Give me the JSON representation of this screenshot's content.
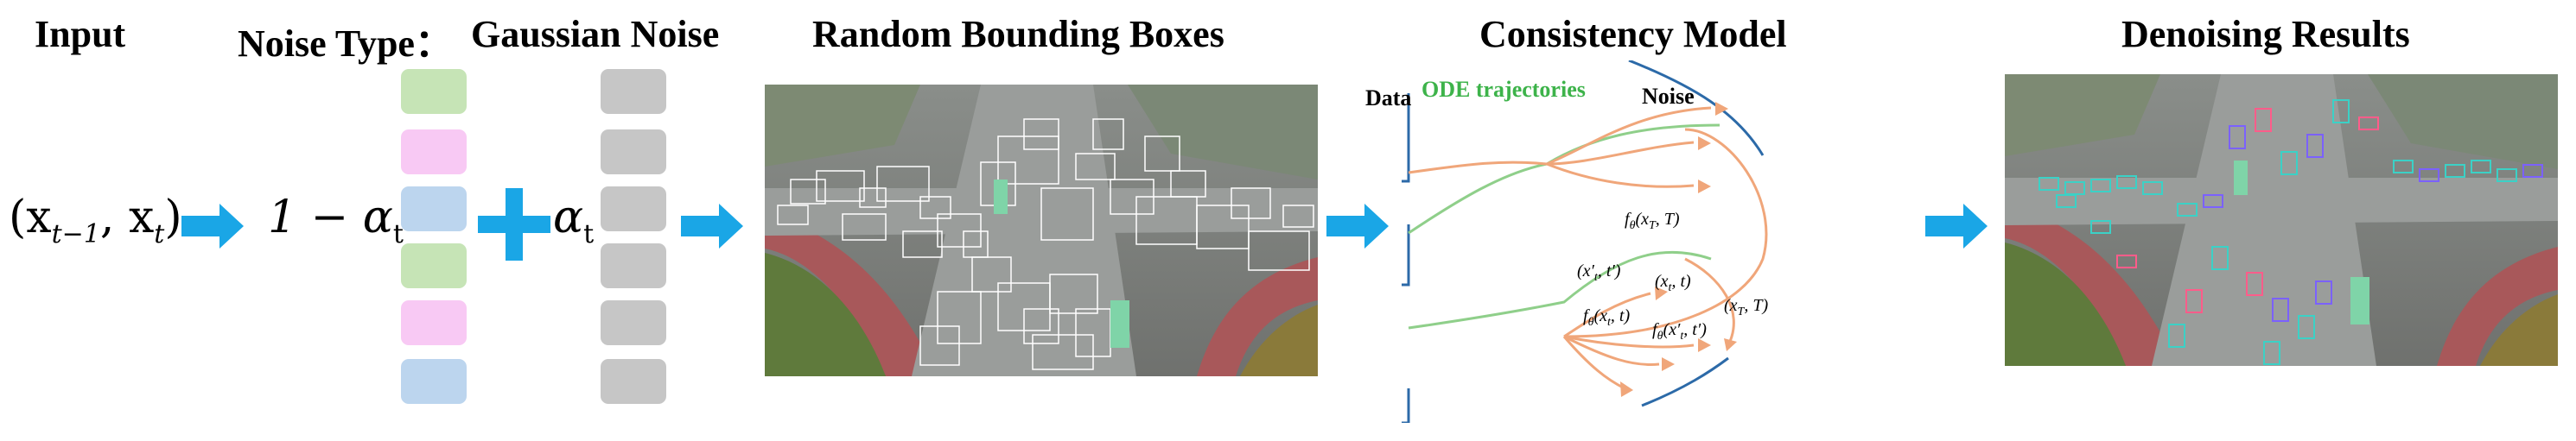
{
  "titles": {
    "input": "Input",
    "noise_type": "Noise Type：",
    "gaussian": "Gaussian Noise",
    "random_boxes": "Random Bounding Boxes",
    "consistency": "Consistency Model",
    "results": "Denoising Results"
  },
  "math": {
    "input_paren_open": "(x",
    "input_sub1": "t−1",
    "input_comma": ", x",
    "input_sub2": "t",
    "input_paren_close": ")",
    "one_minus_alpha": "1 − α",
    "alpha_sub": "t",
    "alpha": "α",
    "alpha_sub2": "t"
  },
  "colors": {
    "arrow": "#1aa6e6",
    "green_block": "#c6e4b6",
    "pink_block": "#f8c9f4",
    "blue_block": "#bcd5ee",
    "gray_block": "#c6c6c6",
    "ode_green": "#3db34a",
    "trajectory_orange": "#f0a67a",
    "axis_blue": "#2c6aa8"
  },
  "noise_type_blocks": [
    "green",
    "pink",
    "blue",
    "green",
    "pink",
    "blue"
  ],
  "gaussian_blocks_count": 6,
  "diagram": {
    "data_label": "Data",
    "ode_label": "ODE trajectories",
    "noise_label": "Noise",
    "f_xT": "f",
    "f_xT_theta": "θ",
    "f_xT_args": "(x",
    "f_xT_sub": "T",
    "f_xT_end": ", T)",
    "xtp": "(x′",
    "xtp_sub": "t",
    "xtp_end": ", t′)",
    "xt": "(x",
    "xt_sub": "t",
    "xt_end": ", t)",
    "xT": "(x",
    "xT_sub": "T",
    "xT_end": ", T)",
    "f_xt": "f",
    "f_xt_theta": "θ",
    "f_xt_args": "(x",
    "f_xt_sub": "t",
    "f_xt_end": ", t)",
    "f_xtp": "f",
    "f_xtp_theta": "θ",
    "f_xtp_args": "(x′",
    "f_xtp_sub": "t",
    "f_xtp_end": ", t′)"
  }
}
